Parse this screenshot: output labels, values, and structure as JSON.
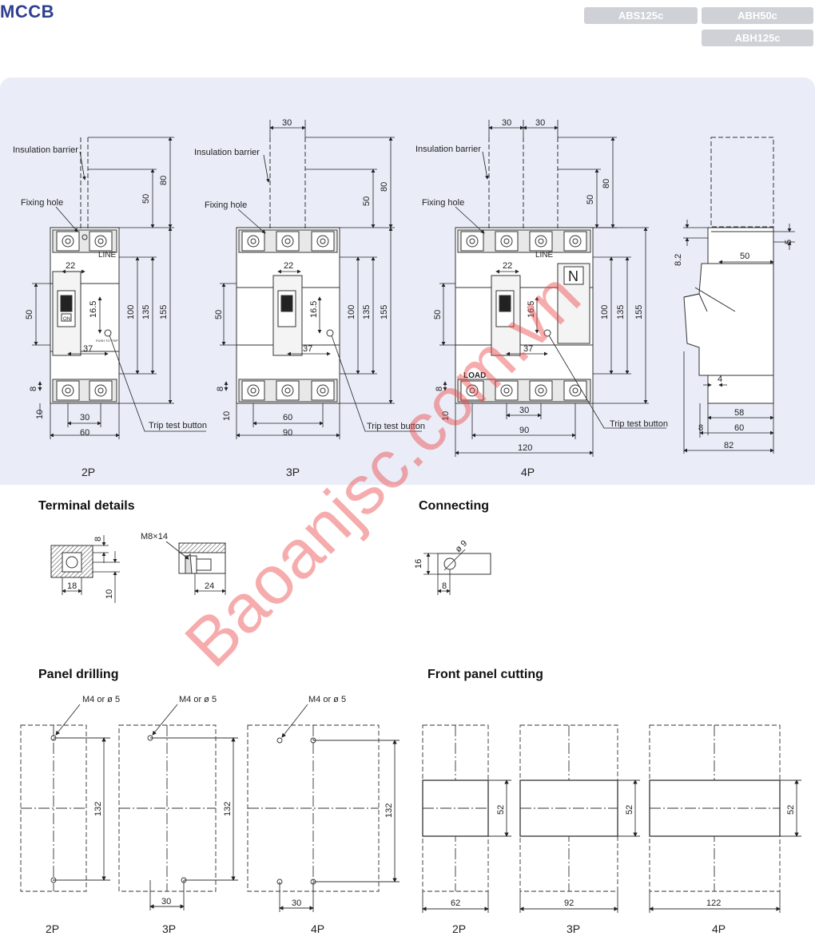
{
  "header": {
    "title": "MCCB",
    "badges": [
      "ABS125c",
      "ABH50c",
      "ABH125c"
    ]
  },
  "labels": {
    "insulation_barrier": "Insulation barrier",
    "fixing_hole": "Fixing hole",
    "trip_test_button": "Trip test button",
    "line": "LINE",
    "load": "LOAD",
    "on": "ON",
    "neutral": "N",
    "push_to_trip": "PUSH TO TRIP"
  },
  "captions": {
    "p2": "2P",
    "p3": "3P",
    "p4": "4P"
  },
  "sections": {
    "terminal_details": "Terminal details",
    "connecting": "Connecting",
    "panel_drilling": "Panel drilling",
    "front_panel_cutting": "Front panel cutting"
  },
  "dimensions": {
    "d2p": {
      "top80": "80",
      "top50": "50",
      "w22": "22",
      "h165": "16.5",
      "h50": "50",
      "h100": "100",
      "h135": "135",
      "h155": "155",
      "w37": "37",
      "h8": "8",
      "h10": "10",
      "w30": "30",
      "w60": "60"
    },
    "d3p": {
      "top30": "30",
      "top80": "80",
      "top50": "50",
      "w22": "22",
      "h165": "16.5",
      "h50": "50",
      "h100": "100",
      "h135": "135",
      "h155": "155",
      "w37": "37",
      "h8": "8",
      "h10": "10",
      "w60": "60",
      "w90": "90"
    },
    "d4p": {
      "top30a": "30",
      "top30b": "30",
      "top80": "80",
      "top50": "50",
      "w22": "22",
      "h165": "16.5",
      "h50": "50",
      "h100": "100",
      "h135": "135",
      "h155": "155",
      "w37": "37",
      "h8": "8",
      "h10": "10",
      "w30": "30",
      "w90": "90",
      "w120": "120"
    },
    "side": {
      "h82v": "8.2",
      "h5": "5",
      "w50": "50",
      "w4": "4",
      "w58": "58",
      "w60": "60",
      "w82": "82",
      "w8": "8"
    },
    "terminal": {
      "h8": "8",
      "w18": "18",
      "h10": "10",
      "m8": "M8×14",
      "w24": "24"
    },
    "connecting": {
      "d9": "ø 9",
      "h16": "16",
      "w8": "8"
    },
    "drill": {
      "m4": "M4 or ø 5",
      "h132": "132",
      "w30": "30"
    },
    "cut": {
      "h52": "52",
      "w62": "62",
      "w92": "92",
      "w122": "122"
    }
  },
  "watermark": "Baoanjsc.com.vn"
}
